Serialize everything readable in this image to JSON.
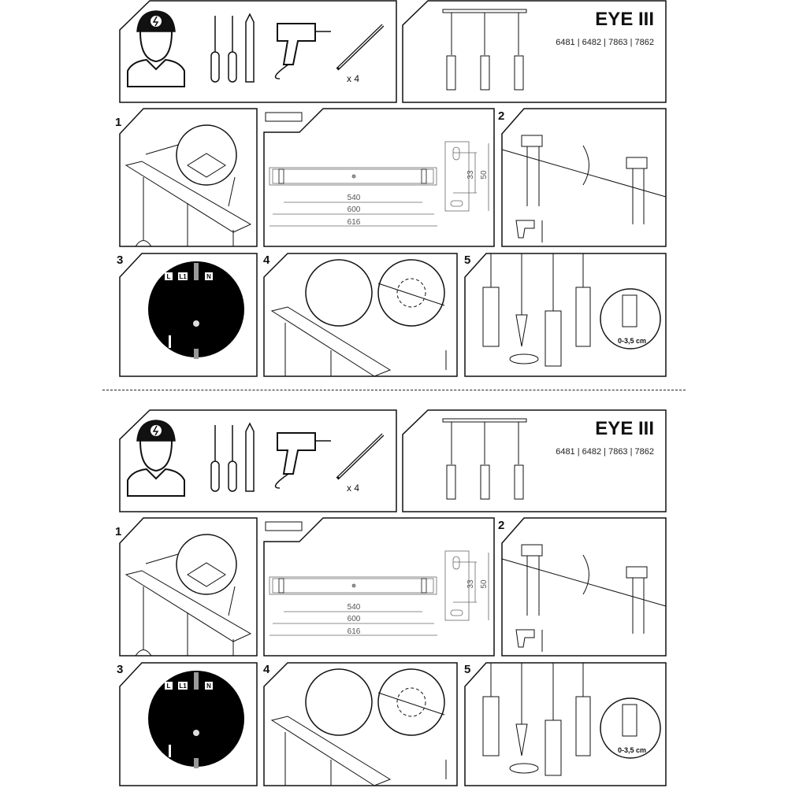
{
  "sheets": [
    {
      "title": "EYE III",
      "codes": "6481 | 6482 | 7863 | 7862",
      "anchor_count": "x 4",
      "steps": [
        "1",
        "2",
        "3",
        "4",
        "5"
      ],
      "dims": {
        "inner": "540",
        "middle": "600",
        "outer": "616",
        "bracket_small": "33",
        "bracket_large": "50"
      },
      "terminals": [
        "L",
        "L1",
        "N"
      ],
      "adjust_range": "0-3,5 cm"
    },
    {
      "title": "EYE III",
      "codes": "6481 | 6482 | 7863 | 7862",
      "anchor_count": "x 4",
      "steps": [
        "1",
        "2",
        "3",
        "4",
        "5"
      ],
      "dims": {
        "inner": "540",
        "middle": "600",
        "outer": "616",
        "bracket_small": "33",
        "bracket_large": "50"
      },
      "terminals": [
        "L",
        "L1",
        "N"
      ],
      "adjust_range": "0-3,5 cm"
    }
  ]
}
